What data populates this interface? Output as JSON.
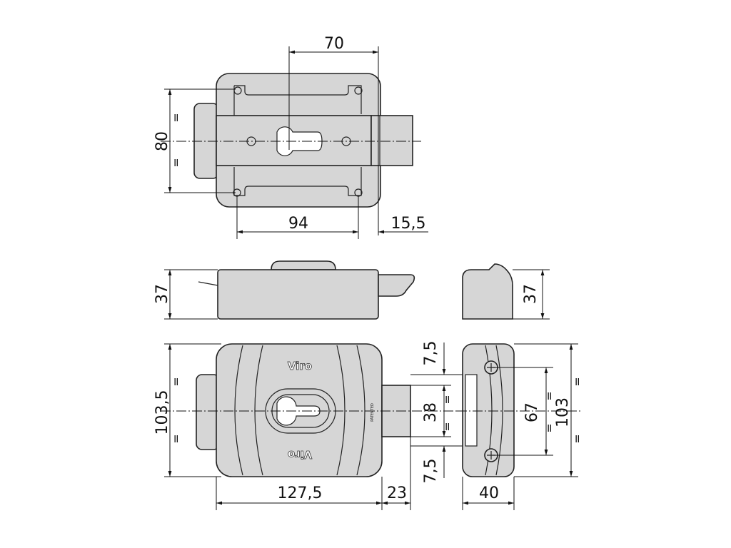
{
  "title": "Viro lock dimension drawing",
  "brand": "Viro",
  "patent_mark": "PATENTED",
  "equal_mark": "=",
  "top_view": {
    "width_between_holes": "70",
    "height": "80",
    "body_holes": "94",
    "bolt_projection": "15,5"
  },
  "side_view": {
    "depth": "37"
  },
  "end_view": {
    "depth": "37"
  },
  "front_view": {
    "height": "103,5",
    "width": "127,5",
    "bolt": "23",
    "offset_top": "7,5",
    "offset_bottom": "7,5",
    "bolt_height": "38"
  },
  "right_view": {
    "screw_spacing": "67",
    "height": "103",
    "width": "40"
  }
}
